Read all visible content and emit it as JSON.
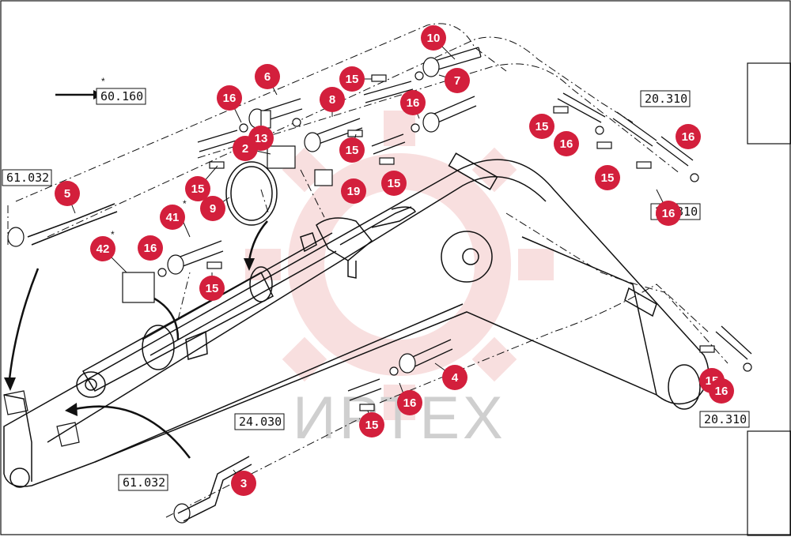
{
  "watermark": "ИРТЕХ",
  "colors": {
    "callout": "#d31f3c",
    "callout_text": "#ffffff",
    "line": "#111111",
    "watermark_gear": "#f3c6c6"
  },
  "callouts": [
    {
      "label": "10"
    },
    {
      "label": "6"
    },
    {
      "label": "15"
    },
    {
      "label": "7"
    },
    {
      "label": "16"
    },
    {
      "label": "8"
    },
    {
      "label": "16"
    },
    {
      "label": "13"
    },
    {
      "label": "2"
    },
    {
      "label": "15"
    },
    {
      "label": "16"
    },
    {
      "label": "15"
    },
    {
      "label": "16"
    },
    {
      "label": "16"
    },
    {
      "label": "15"
    },
    {
      "label": "15"
    },
    {
      "label": "19"
    },
    {
      "label": "15"
    },
    {
      "label": "9"
    },
    {
      "label": "5"
    },
    {
      "label": "41"
    },
    {
      "label": "16"
    },
    {
      "label": "42"
    },
    {
      "label": "15"
    },
    {
      "label": "4"
    },
    {
      "label": "16"
    },
    {
      "label": "15"
    },
    {
      "label": "15"
    },
    {
      "label": "16"
    },
    {
      "label": "3"
    }
  ],
  "refs": [
    {
      "label": "60.160",
      "marker": "*"
    },
    {
      "label": "20.310"
    },
    {
      "label": "20.310"
    },
    {
      "label": "61.032"
    },
    {
      "label": "24.030"
    },
    {
      "label": "20.310"
    },
    {
      "label": "61.032"
    }
  ],
  "asterisks": [
    "*",
    "*"
  ]
}
